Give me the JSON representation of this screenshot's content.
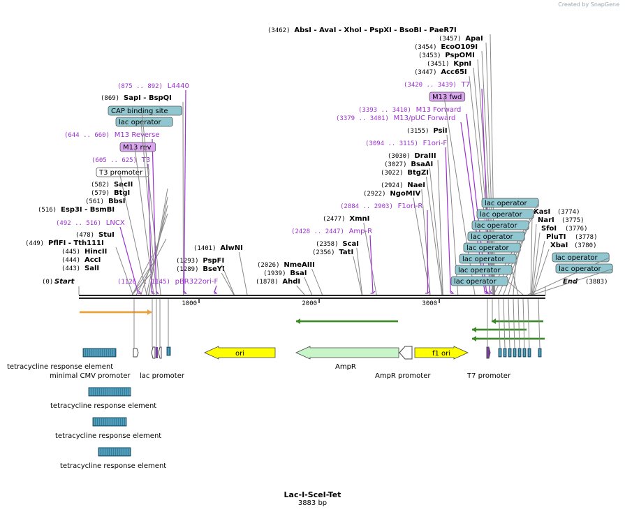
{
  "watermark": "Created by SnapGene",
  "plasmid": {
    "name": "Lac-I-SceI-Tet",
    "length": "3883 bp"
  },
  "ruler": {
    "ticks": [
      "1000",
      "2000",
      "3000"
    ]
  },
  "ends": {
    "start_pos": "(0)",
    "start_label": "Start",
    "end_pos": "(3883)",
    "end_label": "End"
  },
  "colors": {
    "site": "#000000",
    "primer": "#9b30d0",
    "feature_box": "#8fc6cf",
    "ori": "#ffff00",
    "ampr": "#c8f5c8",
    "te_box": "#2e7fa0",
    "orange_arrow": "#e8a13a"
  },
  "sites_left": [
    {
      "pos": "(443)",
      "name": "SalI"
    },
    {
      "pos": "(444)",
      "name": "AccI"
    },
    {
      "pos": "(445)",
      "name": "HincII"
    },
    {
      "pos": "(449)",
      "name": "PflFI  - Tth111I"
    },
    {
      "pos": "(478)",
      "name": "StuI"
    },
    {
      "pos": "(516)",
      "name": "Esp3I  - BsmBI"
    },
    {
      "pos": "(561)",
      "name": "BbsI"
    },
    {
      "pos": "(579)",
      "name": "BtgI"
    },
    {
      "pos": "(582)",
      "name": "SacII"
    },
    {
      "pos": "(869)",
      "name": "SapI  - BspQI"
    }
  ],
  "sites_mid": [
    {
      "pos": "(1289)",
      "name": "BseYI"
    },
    {
      "pos": "(1293)",
      "name": "PspFI"
    },
    {
      "pos": "(1401)",
      "name": "AlwNI"
    },
    {
      "pos": "(1878)",
      "name": "AhdI"
    },
    {
      "pos": "(1939)",
      "name": "BsaI"
    },
    {
      "pos": "(2026)",
      "name": "NmeAIII"
    },
    {
      "pos": "(2356)",
      "name": "TatI"
    },
    {
      "pos": "(2358)",
      "name": "ScaI"
    },
    {
      "pos": "(2477)",
      "name": "XmnI"
    },
    {
      "pos": "(2922)",
      "name": "NgoMIV"
    },
    {
      "pos": "(2924)",
      "name": "NaeI"
    },
    {
      "pos": "(3022)",
      "name": "BtgZI"
    },
    {
      "pos": "(3027)",
      "name": "BsaAI"
    },
    {
      "pos": "(3030)",
      "name": "DraIII"
    },
    {
      "pos": "(3155)",
      "name": "PsiI"
    }
  ],
  "sites_top": [
    {
      "pos": "(3447)",
      "name": "Acc65I"
    },
    {
      "pos": "(3451)",
      "name": "KpnI"
    },
    {
      "pos": "(3453)",
      "name": "PspOMI"
    },
    {
      "pos": "(3454)",
      "name": "EcoO109I"
    },
    {
      "pos": "(3457)",
      "name": "ApaI"
    },
    {
      "pos": "(3462)",
      "name": "AbsI  - AvaI  - XhoI  - PspXI  - BsoBI  - PaeR7I"
    }
  ],
  "sites_right": [
    {
      "pos": "(3774)",
      "name": "KasI"
    },
    {
      "pos": "(3775)",
      "name": "NarI"
    },
    {
      "pos": "(3776)",
      "name": "SfoI"
    },
    {
      "pos": "(3778)",
      "name": "PluTI"
    },
    {
      "pos": "(3780)",
      "name": "XbaI"
    }
  ],
  "primers": [
    {
      "range": "(492 .. 516)",
      "name": "LNCX"
    },
    {
      "range": "(605 .. 625)",
      "name": "T3"
    },
    {
      "range": "(644 .. 660)",
      "name": "M13 Reverse"
    },
    {
      "range": "(875 .. 892)",
      "name": "L4440"
    },
    {
      "range": "(1126 .. 1145)",
      "name": "pBR322ori-F"
    },
    {
      "range": "(2428 .. 2447)",
      "name": "Amp-R"
    },
    {
      "range": "(2884 .. 2903)",
      "name": "F1ori-R"
    },
    {
      "range": "(3094 .. 3115)",
      "name": "F1ori-F"
    },
    {
      "range": "(3379 .. 3401)",
      "name": "M13/pUC Forward"
    },
    {
      "range": "(3393 .. 3410)",
      "name": "M13 Forward"
    },
    {
      "range": "(3420 .. 3439)",
      "name": "T7"
    }
  ],
  "boxed_features": [
    {
      "name": "T3 promoter"
    },
    {
      "name": "M13 rev"
    },
    {
      "name": "lac operator"
    },
    {
      "name": "CAP binding site"
    },
    {
      "name": "M13 fwd"
    },
    {
      "name": "lac operator"
    },
    {
      "name": "lac operator"
    },
    {
      "name": "lac operator"
    },
    {
      "name": "lac operator"
    },
    {
      "name": "lac operator"
    },
    {
      "name": "lac operator"
    },
    {
      "name": "lac operator"
    },
    {
      "name": "lac operator"
    },
    {
      "name": "lac operator"
    },
    {
      "name": "lac operator"
    }
  ],
  "features_bottom": [
    {
      "name": "tetracycline response element"
    },
    {
      "name": "minimal CMV promoter"
    },
    {
      "name": "lac promoter"
    },
    {
      "name": "ori"
    },
    {
      "name": "AmpR"
    },
    {
      "name": "AmpR promoter"
    },
    {
      "name": "f1 ori"
    },
    {
      "name": "T7 promoter"
    },
    {
      "name": "tetracycline response element"
    },
    {
      "name": "tetracycline response element"
    },
    {
      "name": "tetracycline response element"
    }
  ]
}
